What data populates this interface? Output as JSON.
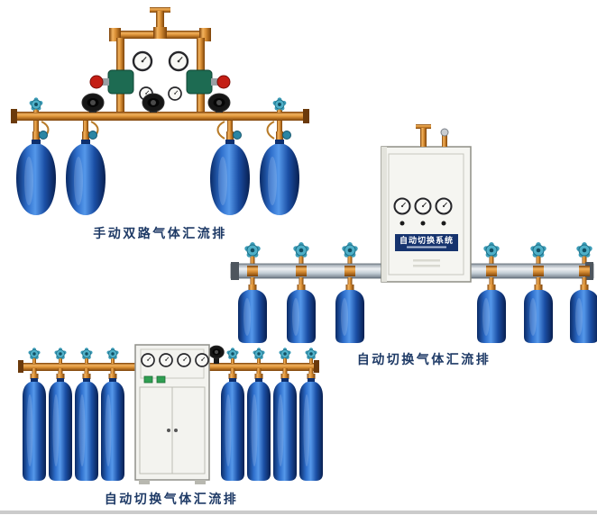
{
  "page": {
    "background_color": "#ffffff",
    "caption_color": "#1e3a66",
    "bottom_edge_color": "#cbcbcb"
  },
  "palette": {
    "cylinder_blue": "#1c55b0",
    "brass_pipe": "#d98f35",
    "valve_teal": "#4fb0c8",
    "regulator_green": "#1d6b52",
    "regulator_knob_red": "#c41e14",
    "cabinet_body": "#f5f5f1",
    "label_plate_navy": "#16336e"
  },
  "products": [
    {
      "caption": "手动双路气体汇流排",
      "cylinder_count": 4
    },
    {
      "caption": "自动切换气体汇流排",
      "cabinet_label": "自动切换系统",
      "cylinder_count": 6
    },
    {
      "caption": "自动切换气体汇流排",
      "cylinder_count": 8
    }
  ]
}
